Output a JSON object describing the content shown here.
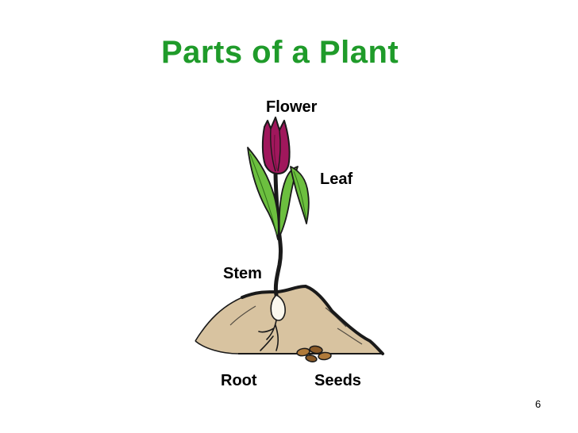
{
  "slide": {
    "title": "Parts of a Plant",
    "page_number": "6"
  },
  "labels": {
    "flower": "Flower",
    "leaf": "Leaf",
    "stem": "Stem",
    "root": "Root",
    "seeds": "Seeds"
  },
  "colors": {
    "title": "#1f9b2a",
    "petal": "#a0175c",
    "leaf": "#6cbf3f",
    "soil": "#d8c3a0"
  }
}
